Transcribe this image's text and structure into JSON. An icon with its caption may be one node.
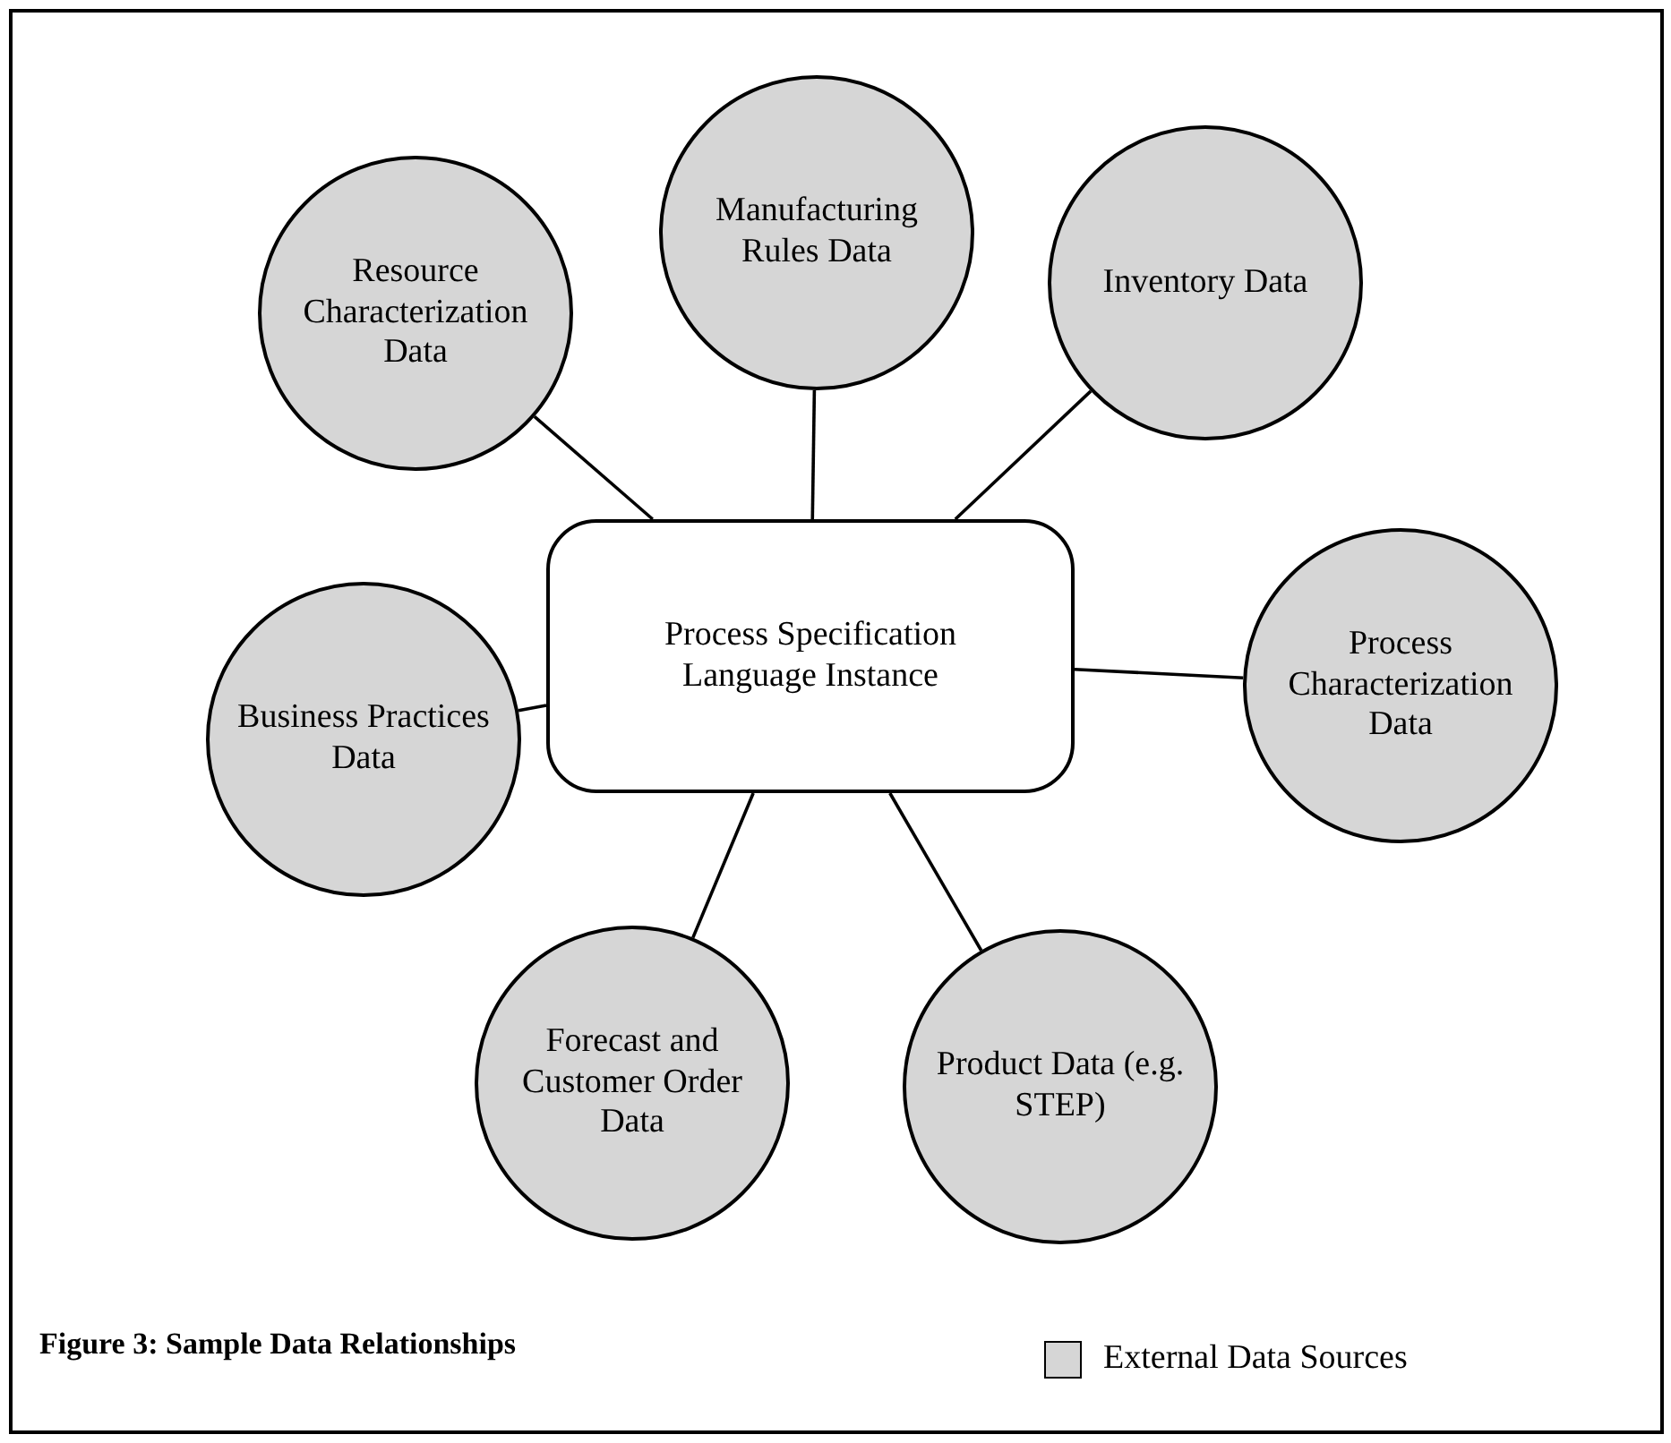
{
  "diagram": {
    "caption": "Figure 3: Sample Data Relationships",
    "nodes": [
      {
        "text": [
          "Process Specification Language Instance"
        ]
      },
      {
        "text": [
          "Resource Characterization Data"
        ]
      },
      {
        "text": [
          "Manufacturing Rules Data"
        ]
      },
      {
        "text": [
          "Inventory Data"
        ]
      },
      {
        "text": [
          "Process Characterization Data"
        ]
      },
      {
        "text": [
          "Product Data (e.g. STEP)"
        ]
      },
      {
        "text": [
          "Forecast and Customer Order Data"
        ]
      },
      {
        "text": [
          "Business Practices Data"
        ]
      }
    ],
    "edges": [
      {
        "from": 0,
        "to": 1,
        "arrow": "none"
      },
      {
        "from": 0,
        "to": 2,
        "arrow": "none"
      },
      {
        "from": 0,
        "to": 3,
        "arrow": "none"
      },
      {
        "from": 0,
        "to": 4,
        "arrow": "none"
      },
      {
        "from": 0,
        "to": 5,
        "arrow": "none"
      },
      {
        "from": 0,
        "to": 6,
        "arrow": "none"
      },
      {
        "from": 0,
        "to": 7,
        "arrow": "none"
      }
    ],
    "legend": [
      {
        "text": "External Data Sources",
        "color": "#d6d6d6"
      }
    ]
  }
}
